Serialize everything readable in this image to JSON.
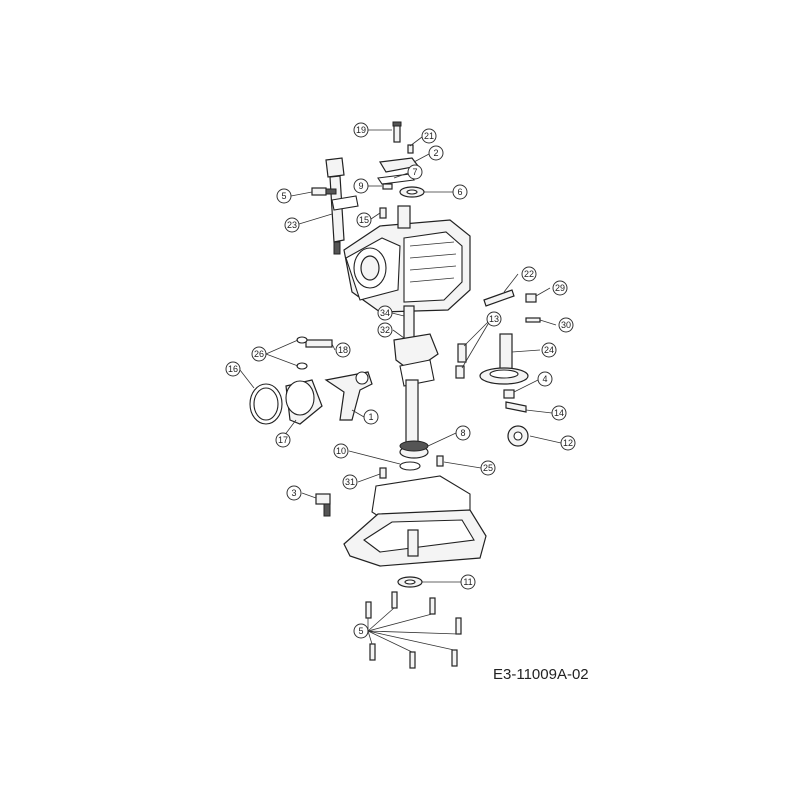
{
  "drawing_code": "E3-11009A-02",
  "highlight_color": "#f5e08a",
  "callouts": [
    {
      "id": "c19",
      "label": "19"
    },
    {
      "id": "c21",
      "label": "21"
    },
    {
      "id": "c2",
      "label": "2"
    },
    {
      "id": "c7",
      "label": "7"
    },
    {
      "id": "c9",
      "label": "9"
    },
    {
      "id": "c6",
      "label": "6"
    },
    {
      "id": "c5a",
      "label": "5"
    },
    {
      "id": "c15",
      "label": "15"
    },
    {
      "id": "c23",
      "label": "23"
    },
    {
      "id": "c22",
      "label": "22"
    },
    {
      "id": "c29",
      "label": "29"
    },
    {
      "id": "c34",
      "label": "34"
    },
    {
      "id": "c13",
      "label": "13"
    },
    {
      "id": "c30",
      "label": "30"
    },
    {
      "id": "c32",
      "label": "32",
      "highlight": true
    },
    {
      "id": "c26",
      "label": "26"
    },
    {
      "id": "c18",
      "label": "18"
    },
    {
      "id": "c24",
      "label": "24"
    },
    {
      "id": "c16",
      "label": "16"
    },
    {
      "id": "c4",
      "label": "4"
    },
    {
      "id": "c14",
      "label": "14"
    },
    {
      "id": "c1",
      "label": "1"
    },
    {
      "id": "c17",
      "label": "17"
    },
    {
      "id": "c8",
      "label": "8"
    },
    {
      "id": "c12",
      "label": "12"
    },
    {
      "id": "c10",
      "label": "10"
    },
    {
      "id": "c25",
      "label": "25"
    },
    {
      "id": "c31",
      "label": "31"
    },
    {
      "id": "c3",
      "label": "3"
    },
    {
      "id": "c11",
      "label": "11"
    },
    {
      "id": "c5b",
      "label": "5"
    }
  ]
}
